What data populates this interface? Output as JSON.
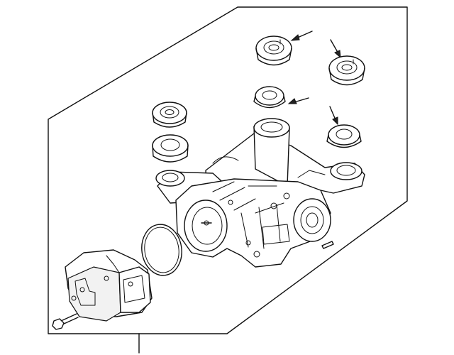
{
  "diagram": {
    "parts": [
      {
        "name": "differential-housing"
      },
      {
        "name": "mount-bushing",
        "count": 6
      },
      {
        "name": "drive-flange"
      },
      {
        "name": "o-ring-seal"
      },
      {
        "name": "mounting-bolt"
      },
      {
        "name": "callout-arrow",
        "count": 4
      }
    ],
    "colors": {
      "line": "#111111",
      "background": "#ffffff"
    }
  }
}
